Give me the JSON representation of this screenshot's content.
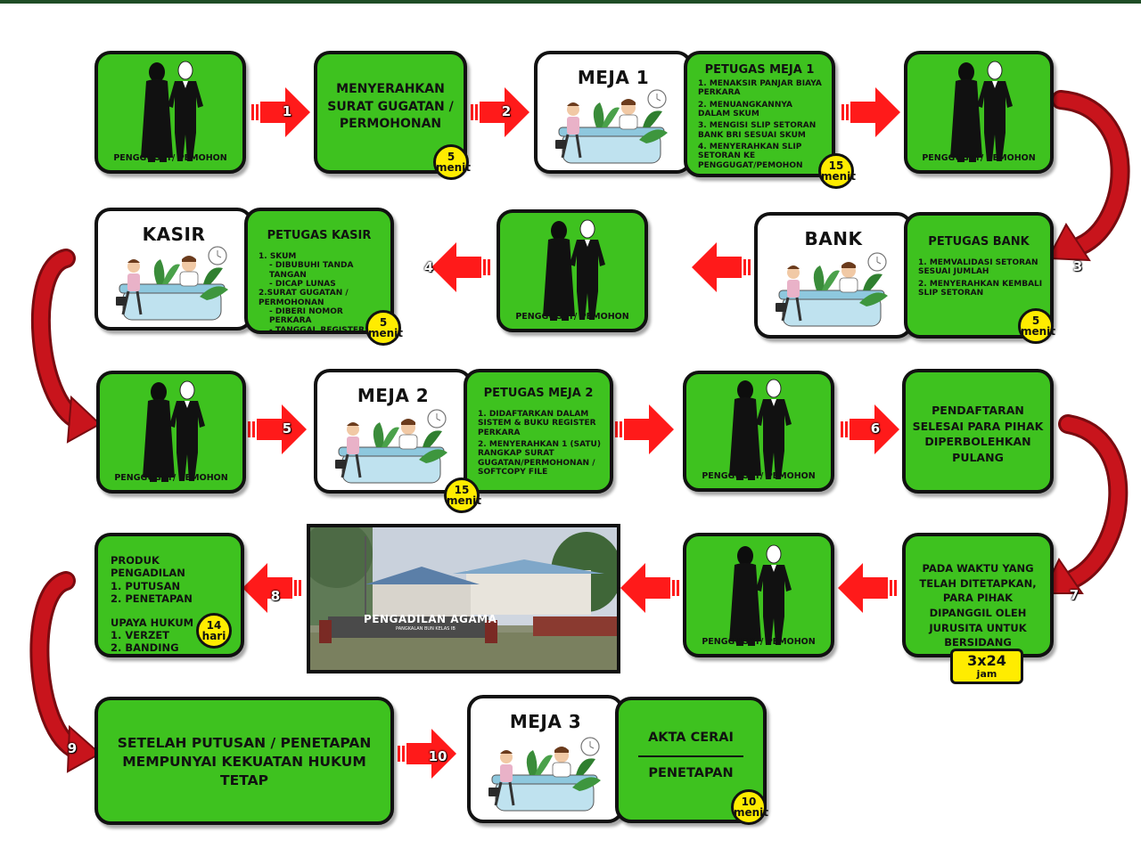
{
  "people_caption": "PENGGUGAT/ PEMOHON",
  "step_numbers": [
    "1",
    "2",
    "3",
    "4",
    "5",
    "6",
    "7",
    "8",
    "9",
    "10"
  ],
  "menyerahkan": {
    "text": "MENYERAHKAN SURAT GUGATAN / PERMOHONAN",
    "badge_num": "5",
    "badge_unit": "menit"
  },
  "meja1": {
    "title": "MEJA 1",
    "petugas_title": "PETUGAS MEJA 1",
    "items": [
      "1. MENAKSIR PANJAR BIAYA PERKARA",
      "2. MENUANGKANNYA DALAM SKUM",
      "3. MENGISI SLIP SETORAN BANK BRI SESUAI SKUM",
      "4. MENYERAHKAN SLIP SETORAN KE PENGGUGAT/PEMOHON"
    ],
    "badge_num": "15",
    "badge_unit": "menit"
  },
  "bank": {
    "title": "BANK",
    "petugas_title": "PETUGAS BANK",
    "items": [
      "1. MEMVALIDASI SETORAN SESUAI JUMLAH",
      "2. MENYERAHKAN KEMBALI SLIP SETORAN"
    ],
    "badge_num": "5",
    "badge_unit": "menit"
  },
  "kasir": {
    "title": "KASIR",
    "petugas_title": "PETUGAS KASIR",
    "items": [
      "1. SKUM",
      "- DIBUBUHI TANDA TANGAN",
      "- DICAP LUNAS",
      "2.SURAT GUGATAN / PERMOHONAN",
      "- DIBERI NOMOR PERKARA",
      "- TANGGAL REGISTER"
    ],
    "badge_num": "5",
    "badge_unit": "menit"
  },
  "meja2": {
    "title": "MEJA 2",
    "petugas_title": "PETUGAS MEJA 2",
    "items": [
      "1. DIDAFTARKAN DALAM SISTEM & BUKU REGISTER PERKARA",
      "2. MENYERAHKAN 1 (SATU) RANGKAP SURAT GUGATAN/PERMOHONAN / SOFTCOPY FILE"
    ],
    "badge_num": "15",
    "badge_unit": "menit"
  },
  "pendaftaran": {
    "text": "PENDAFTARAN SELESAI PARA PIHAK DIPERBOLEHKAN PULANG"
  },
  "panggil": {
    "text": "PADA WAKTU YANG TELAH DITETAPKAN, PARA PIHAK DIPANGGIL OLEH JURUSITA UNTUK BERSIDANG",
    "badge_num": "3x24",
    "badge_unit": "jam"
  },
  "building": {
    "sign": "PENGADILAN AGAMA",
    "sign_sub": "PANGKALAN BUN KELAS IB"
  },
  "produk": {
    "line1": "PRODUK PENGADILAN",
    "line2": "1. PUTUSAN",
    "line3": "2. PENETAPAN",
    "line4": "UPAYA HUKUM",
    "line5": "1. VERZET",
    "line6": "2. BANDING",
    "badge_num": "14",
    "badge_unit": "hari"
  },
  "setelah": {
    "text": "SETELAH PUTUSAN / PENETAPAN MEMPUNYAI KEKUATAN HUKUM TETAP"
  },
  "meja3": {
    "title": "MEJA 3",
    "akta": "AKTA CERAI",
    "penetapan": "PENETAPAN",
    "badge_num": "10",
    "badge_unit": "menit"
  },
  "colors": {
    "box_green": "#3ec21f",
    "arrow_red": "#ff1a1a",
    "curve_red": "#c8141c",
    "badge_yellow": "#ffec00"
  }
}
